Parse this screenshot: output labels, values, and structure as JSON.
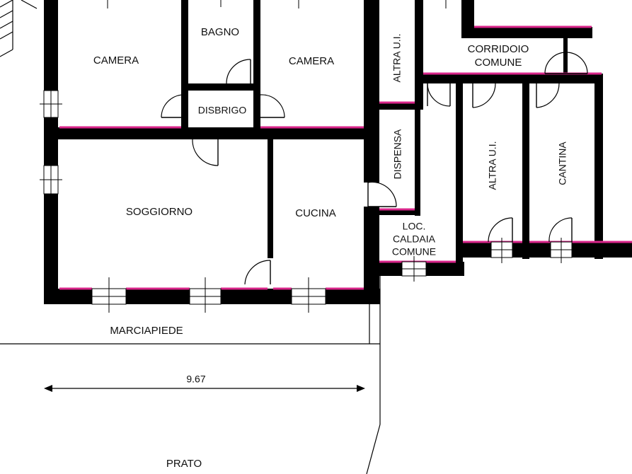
{
  "rooms": {
    "camera_left": "CAMERA",
    "bagno": "BAGNO",
    "camera_right": "CAMERA",
    "disbrigo": "DISBRIGO",
    "altra_ui_top": "ALTRA U.I.",
    "corridoio_line1": "CORRIDOIO",
    "corridoio_line2": "COMUNE",
    "dispensa": "DISPENSA",
    "soggiorno": "SOGGIORNO",
    "cucina": "CUCINA",
    "altra_ui_right": "ALTRA U.I.",
    "cantina": "CANTINA",
    "caldaia_line1": "LOC.",
    "caldaia_line2": "CALDAIA",
    "caldaia_line3": "COMUNE"
  },
  "outside": {
    "marciapiede": "MARCIAPIEDE",
    "prato": "PRATO"
  },
  "dimension": {
    "width_label": "9.67"
  }
}
